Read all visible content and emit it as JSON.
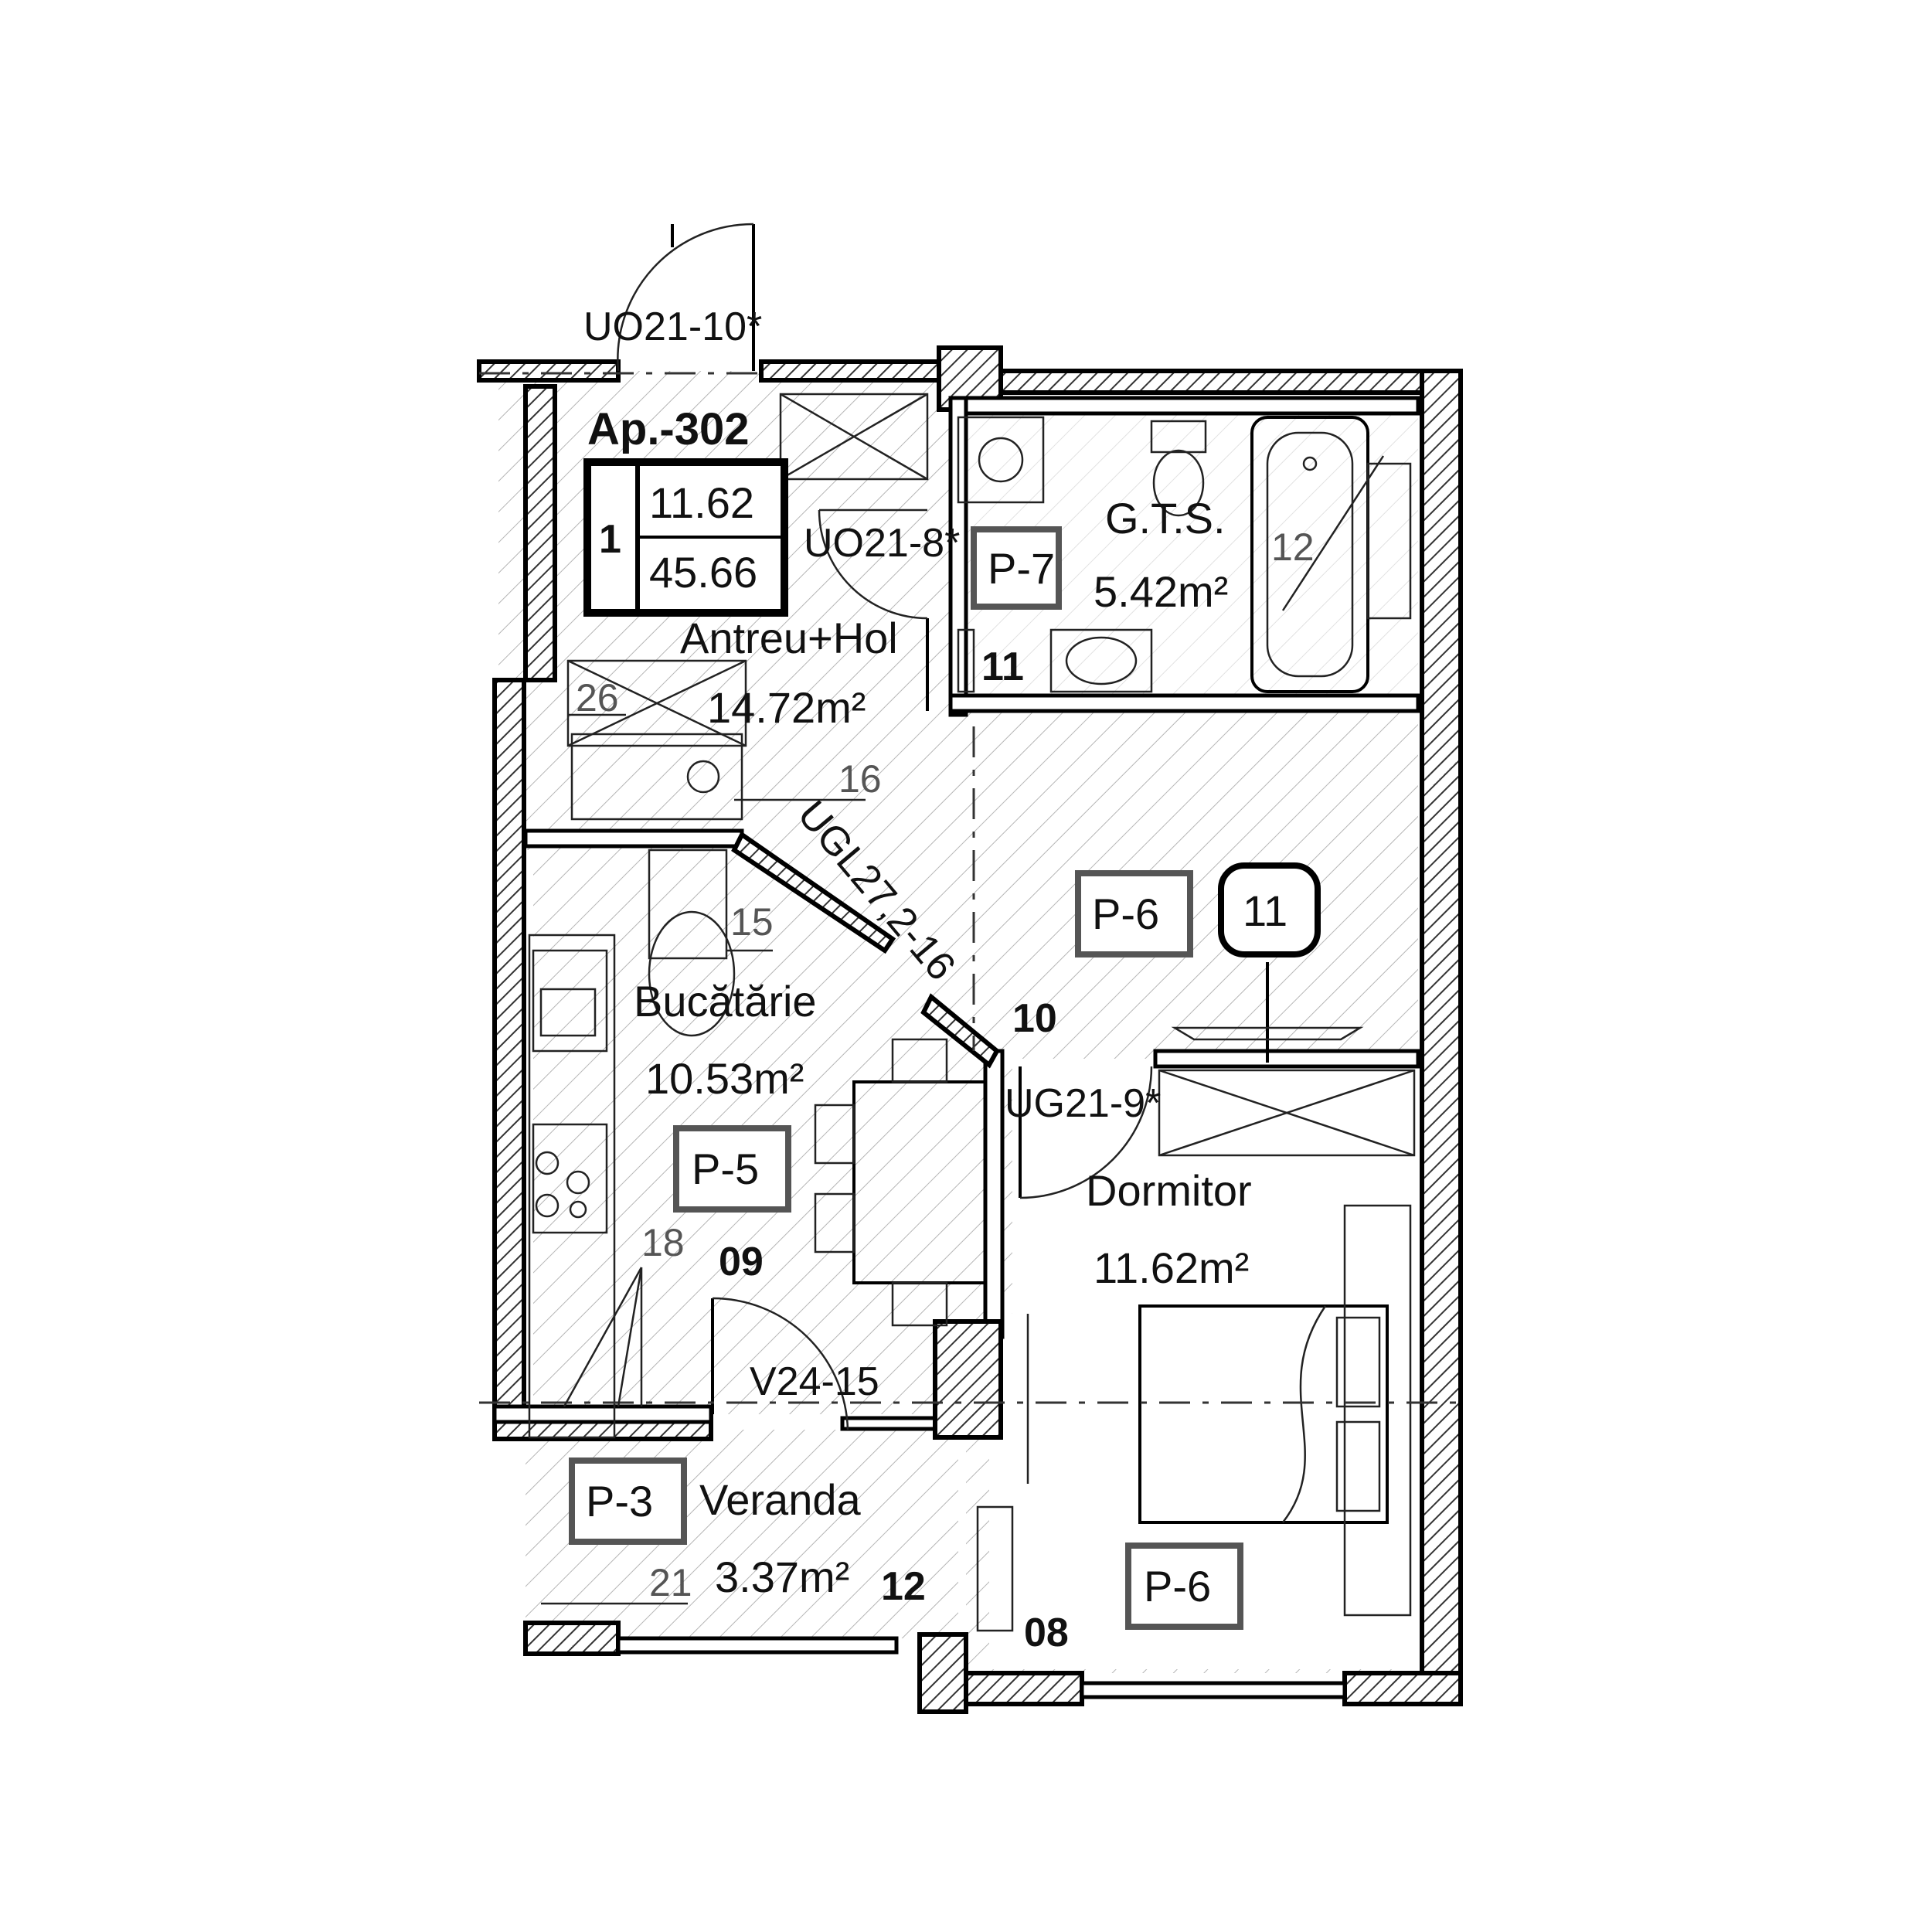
{
  "apartment": {
    "name": "Ap.-302",
    "rooms_count": "1",
    "living_area": "11.62",
    "total_area": "45.66"
  },
  "rooms": {
    "hall": {
      "name": "Antreu+Hol",
      "area": "14.72m²"
    },
    "bath": {
      "name": "G.T.S.",
      "area": "5.42m²"
    },
    "kitchen": {
      "name": "Bucătărie",
      "area": "10.53m²"
    },
    "bedroom": {
      "name": "Dormitor",
      "area": "11.62m²"
    },
    "veranda": {
      "name": "Veranda",
      "area": "3.37m²"
    }
  },
  "finish_tags": {
    "bath": "P-7",
    "hall": "P-6",
    "kitchen": "P-5",
    "bedroom": "P-6",
    "veranda": "P-3"
  },
  "circle_tag": "11",
  "door_codes": {
    "entrance": "UO21-10*",
    "bath": "UO21-8*",
    "kitchen_arch": "UGL27,2-16",
    "bedroom": "UG21-9*",
    "veranda": "V24-15"
  },
  "axis_marks": {
    "m08": "08",
    "m09": "09",
    "m10": "10",
    "m11": "11",
    "m12": "12"
  },
  "equipment_numbers": {
    "n12": "12",
    "n15": "15",
    "n16": "16",
    "n18": "18",
    "n21": "21",
    "n26": "26"
  },
  "colors": {
    "ink": "#111111",
    "hatch": "#9a9a9a",
    "tag_border": "#555555",
    "background": "#ffffff"
  }
}
